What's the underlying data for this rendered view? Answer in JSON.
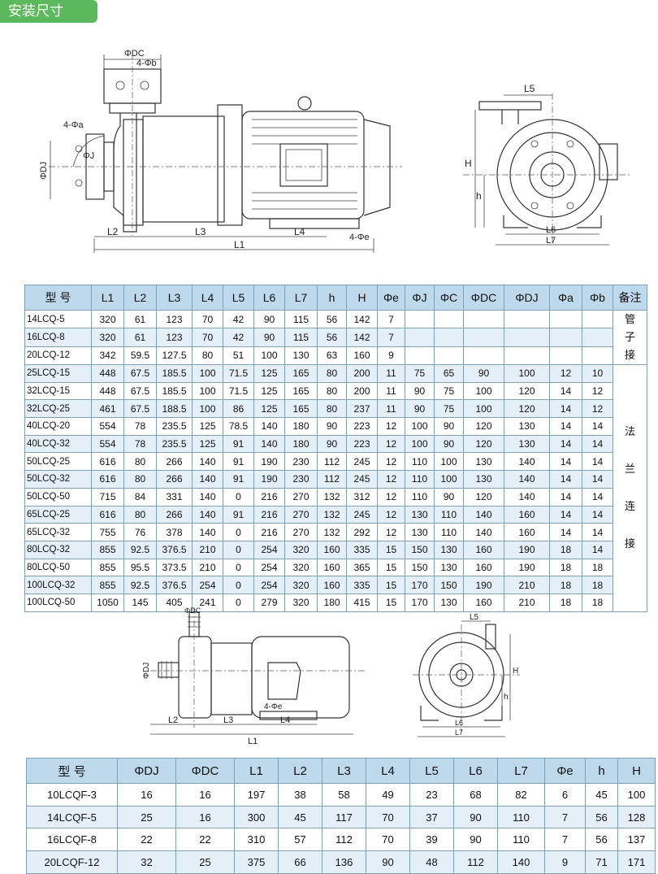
{
  "section_title": "安装尺寸",
  "drawing1_labels": {
    "dc": "ΦDC",
    "b": "4-Φb",
    "a": "4-Φa",
    "dj": "ΦDJ",
    "j": "ΦJ",
    "l1": "L1",
    "l2": "L2",
    "l3": "L3",
    "l4": "L4",
    "e": "4-Φe"
  },
  "drawing2_labels": {
    "l5": "L5",
    "h_big": "H",
    "h": "h",
    "l6": "L6",
    "l7": "L7"
  },
  "drawing3_labels": {
    "dc": "ΦDC",
    "dj": "ΦDJ",
    "e": "4-Φe",
    "l1": "L1",
    "l2": "L2",
    "l3": "L3",
    "l4": "L4"
  },
  "drawing4_labels": {
    "l5": "L5",
    "h_big": "H",
    "h": "h",
    "l6": "L6",
    "l7": "L7"
  },
  "table1": {
    "headers": [
      "型 号",
      "L1",
      "L2",
      "L3",
      "L4",
      "L5",
      "L6",
      "L7",
      "h",
      "H",
      "Φe",
      "ΦJ",
      "ΦC",
      "ΦDC",
      "ΦDJ",
      "Φa",
      "Φb",
      "备注"
    ],
    "note_pipe": [
      "管",
      "子",
      "接"
    ],
    "note_flange": [
      "法",
      "兰",
      "连",
      "接"
    ],
    "rows": [
      [
        "14LCQ-5",
        "320",
        "61",
        "123",
        "70",
        "42",
        "90",
        "115",
        "56",
        "142",
        "7",
        "",
        "",
        "",
        "",
        "",
        ""
      ],
      [
        "16LCQ-8",
        "320",
        "61",
        "123",
        "70",
        "42",
        "90",
        "115",
        "56",
        "142",
        "7",
        "",
        "",
        "",
        "",
        "",
        ""
      ],
      [
        "20LCQ-12",
        "342",
        "59.5",
        "127.5",
        "80",
        "51",
        "100",
        "130",
        "63",
        "160",
        "9",
        "",
        "",
        "",
        "",
        "",
        ""
      ],
      [
        "25LCQ-15",
        "448",
        "67.5",
        "185.5",
        "100",
        "71.5",
        "125",
        "165",
        "80",
        "200",
        "11",
        "75",
        "65",
        "90",
        "100",
        "12",
        "10"
      ],
      [
        "32LCQ-15",
        "448",
        "67.5",
        "185.5",
        "100",
        "71.5",
        "125",
        "165",
        "80",
        "200",
        "11",
        "90",
        "75",
        "100",
        "120",
        "14",
        "12"
      ],
      [
        "32LCQ-25",
        "461",
        "67.5",
        "188.5",
        "100",
        "86",
        "125",
        "165",
        "80",
        "237",
        "11",
        "90",
        "75",
        "100",
        "120",
        "14",
        "12"
      ],
      [
        "40LCQ-20",
        "554",
        "78",
        "235.5",
        "125",
        "78.5",
        "140",
        "180",
        "90",
        "223",
        "12",
        "100",
        "90",
        "120",
        "130",
        "14",
        "14"
      ],
      [
        "40LCQ-32",
        "554",
        "78",
        "235.5",
        "125",
        "91",
        "140",
        "180",
        "90",
        "223",
        "12",
        "100",
        "90",
        "120",
        "130",
        "14",
        "14"
      ],
      [
        "50LCQ-25",
        "616",
        "80",
        "266",
        "140",
        "91",
        "190",
        "230",
        "112",
        "245",
        "12",
        "110",
        "100",
        "130",
        "140",
        "14",
        "14"
      ],
      [
        "50LCQ-32",
        "616",
        "80",
        "266",
        "140",
        "91",
        "190",
        "230",
        "112",
        "245",
        "12",
        "110",
        "100",
        "130",
        "140",
        "14",
        "14"
      ],
      [
        "50LCQ-50",
        "715",
        "84",
        "331",
        "140",
        "0",
        "216",
        "270",
        "132",
        "312",
        "12",
        "110",
        "90",
        "120",
        "140",
        "14",
        "14"
      ],
      [
        "65LCQ-25",
        "616",
        "80",
        "266",
        "140",
        "91",
        "216",
        "270",
        "132",
        "245",
        "12",
        "130",
        "110",
        "140",
        "160",
        "14",
        "14"
      ],
      [
        "65LCQ-32",
        "755",
        "76",
        "378",
        "140",
        "0",
        "216",
        "270",
        "132",
        "292",
        "12",
        "130",
        "110",
        "140",
        "160",
        "14",
        "14"
      ],
      [
        "80LCQ-32",
        "855",
        "92.5",
        "376.5",
        "210",
        "0",
        "254",
        "320",
        "160",
        "335",
        "15",
        "150",
        "130",
        "160",
        "190",
        "18",
        "14"
      ],
      [
        "80LCQ-50",
        "855",
        "95.5",
        "373.5",
        "210",
        "0",
        "254",
        "320",
        "160",
        "365",
        "15",
        "150",
        "130",
        "160",
        "190",
        "18",
        "18"
      ],
      [
        "100LCQ-32",
        "855",
        "92.5",
        "376.5",
        "254",
        "0",
        "254",
        "320",
        "160",
        "335",
        "15",
        "170",
        "150",
        "190",
        "210",
        "18",
        "18"
      ],
      [
        "100LCQ-50",
        "1050",
        "145",
        "405",
        "241",
        "0",
        "279",
        "320",
        "180",
        "415",
        "15",
        "170",
        "130",
        "160",
        "210",
        "18",
        "18"
      ]
    ]
  },
  "table2": {
    "headers": [
      "型 号",
      "ΦDJ",
      "ΦDC",
      "L1",
      "L2",
      "L3",
      "L4",
      "L5",
      "L6",
      "L7",
      "Φe",
      "h",
      "H"
    ],
    "rows": [
      [
        "10LCQF-3",
        "16",
        "16",
        "197",
        "38",
        "58",
        "49",
        "23",
        "68",
        "82",
        "6",
        "45",
        "100"
      ],
      [
        "14LCQF-5",
        "25",
        "16",
        "300",
        "45",
        "117",
        "70",
        "37",
        "90",
        "110",
        "7",
        "56",
        "128"
      ],
      [
        "16LCQF-8",
        "22",
        "22",
        "310",
        "57",
        "112",
        "70",
        "39",
        "90",
        "110",
        "7",
        "56",
        "137"
      ],
      [
        "20LCQF-12",
        "32",
        "25",
        "375",
        "66",
        "136",
        "90",
        "48",
        "112",
        "140",
        "9",
        "71",
        "171"
      ]
    ]
  }
}
